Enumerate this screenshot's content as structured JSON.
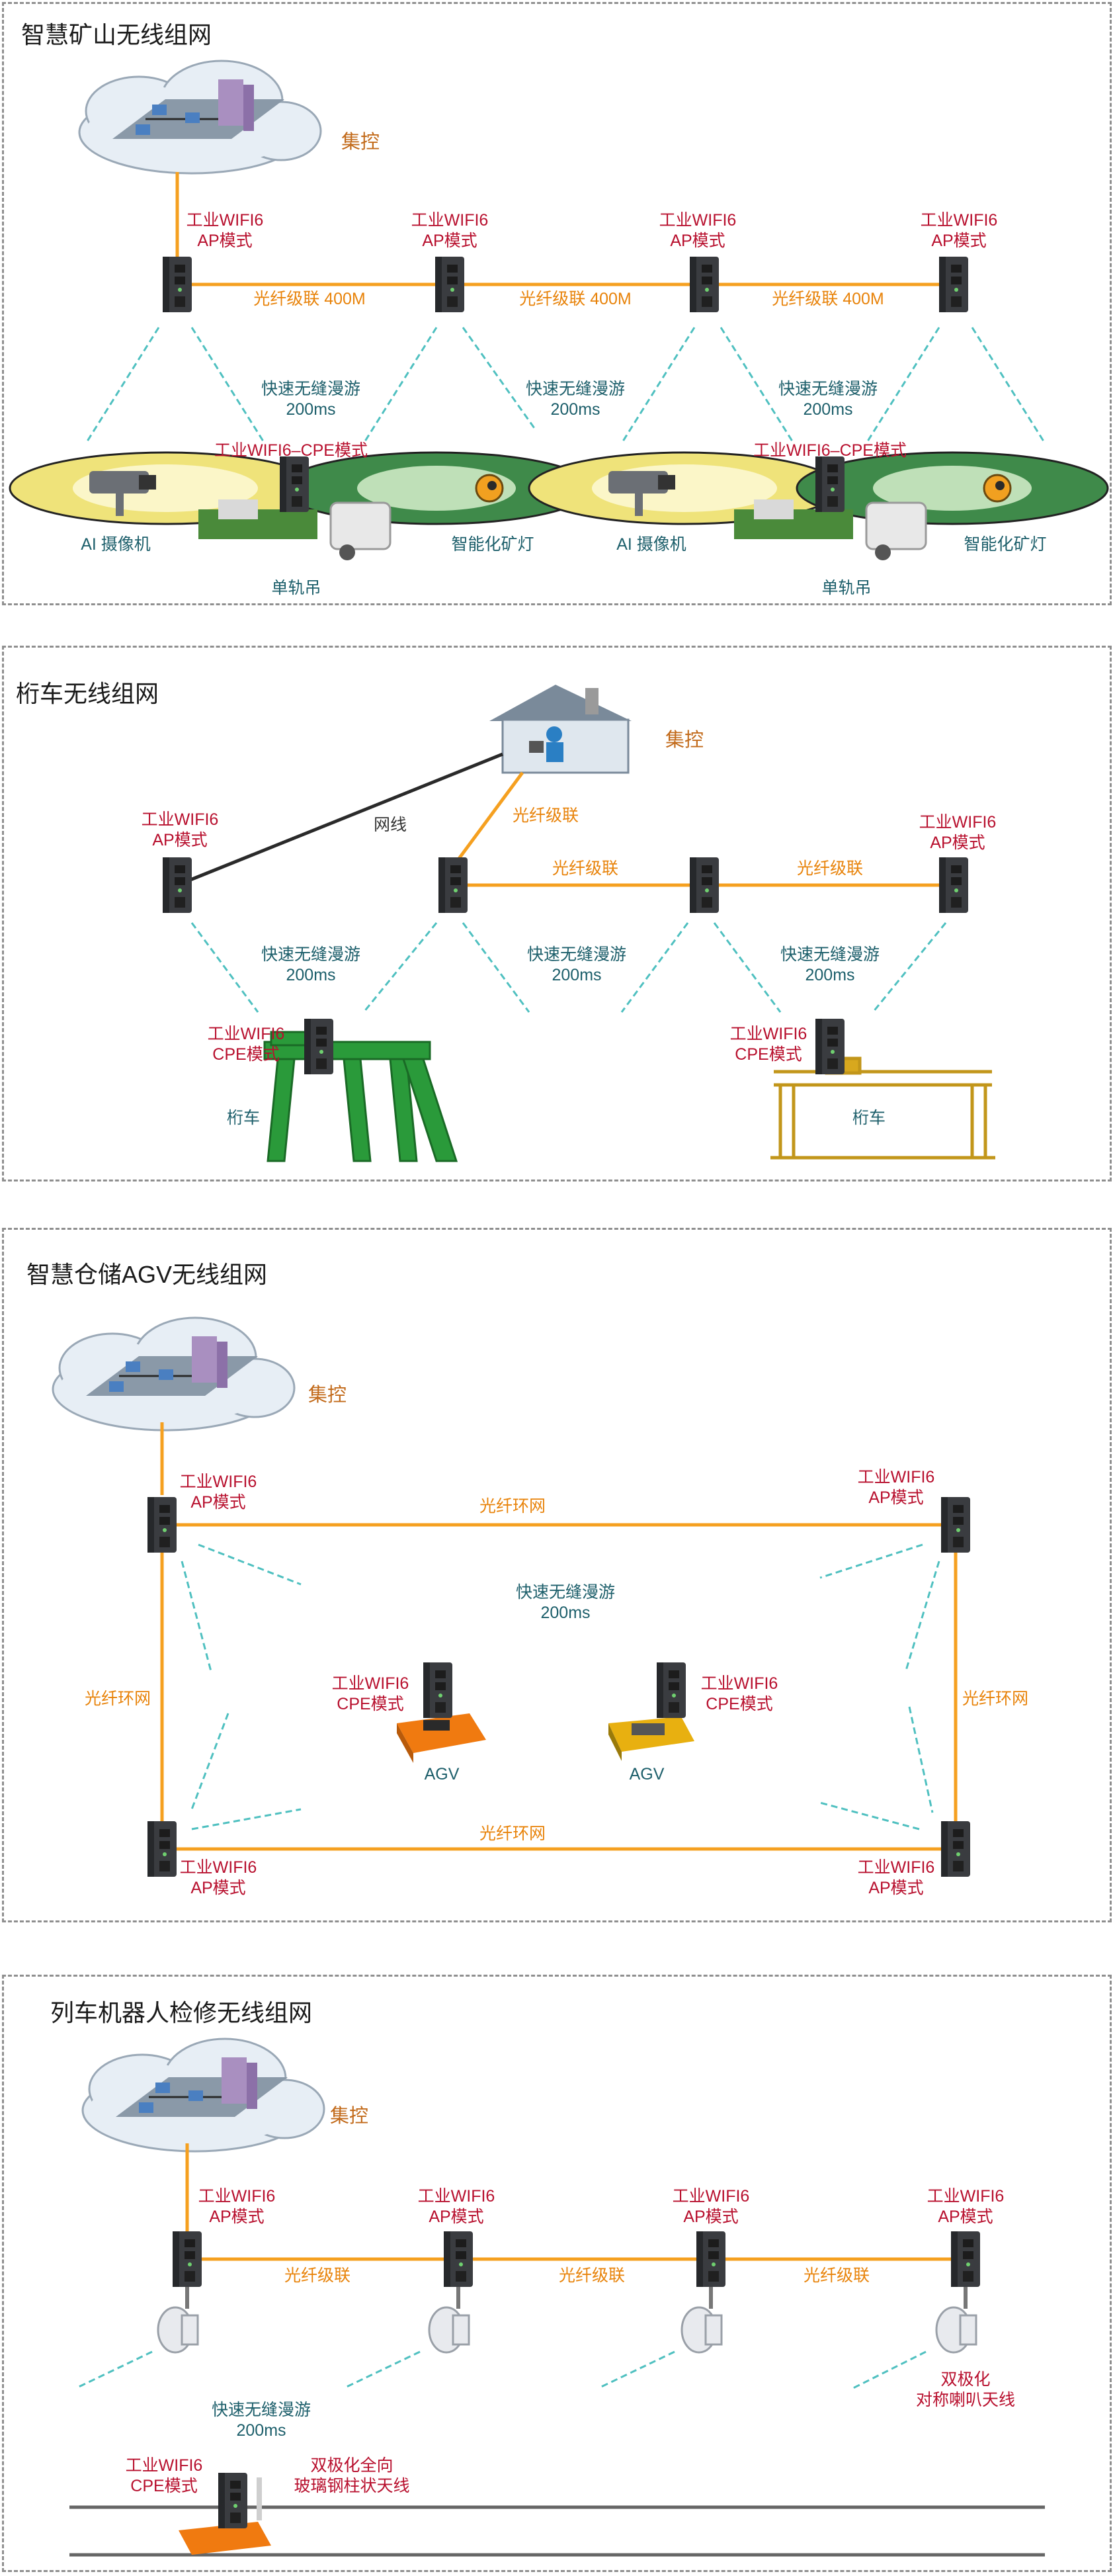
{
  "sections": {
    "mine": {
      "title": "智慧矿山无线组网",
      "central": "集控",
      "ap_label_1": "工业WIFI6",
      "ap_label_2": "AP模式",
      "fiber_link": "光纤级联 400M",
      "roaming_1": "快速无缝漫游",
      "roaming_2": "200ms",
      "cpe_label": "工业WIFI6–CPE模式",
      "camera": "AI 摄像机",
      "lamp": "智能化矿灯",
      "monorail": "单轨吊"
    },
    "crane": {
      "title": "桁车无线组网",
      "central": "集控",
      "network_cable": "网线",
      "fiber": "光纤级联",
      "ap_label_1": "工业WIFI6",
      "ap_label_2": "AP模式",
      "cpe_label_2": "CPE模式",
      "roaming_1": "快速无缝漫游",
      "roaming_2": "200ms",
      "crane": "桁车"
    },
    "agv": {
      "title": "智慧仓储AGV无线组网",
      "central": "集控",
      "ring": "光纤环网",
      "ap_label_1": "工业WIFI6",
      "ap_label_2": "AP模式",
      "cpe_label_2": "CPE模式",
      "roaming_1": "快速无缝漫游",
      "roaming_2": "200ms",
      "agv": "AGV"
    },
    "train": {
      "title": "列车机器人检修无线组网",
      "central": "集控",
      "fiber": "光纤级联",
      "ap_label_1": "工业WIFI6",
      "ap_label_2": "AP模式",
      "cpe_label_2": "CPE模式",
      "roaming_1": "快速无缝漫游",
      "roaming_2": "200ms",
      "antenna_1": "双极化",
      "antenna_2": "对称喇叭天线",
      "omni_1": "双极化全向",
      "omni_2": "玻璃钢柱状天线"
    }
  },
  "colors": {
    "fiber": "#f5a020",
    "ap_text": "#b8102e",
    "link_text": "#e8830a",
    "roaming_text": "#1d5f6b",
    "wave": "#4fc0c0",
    "central_text": "#c26a1a",
    "device": "#3a3c40"
  },
  "icons": [
    "cloud-network-icon",
    "house-control-icon",
    "industrial-ap-icon",
    "wireless-wave-icon",
    "ai-camera-icon",
    "mine-lamp-icon",
    "gantry-crane-icon",
    "agv-robot-icon",
    "horn-antenna-icon"
  ]
}
